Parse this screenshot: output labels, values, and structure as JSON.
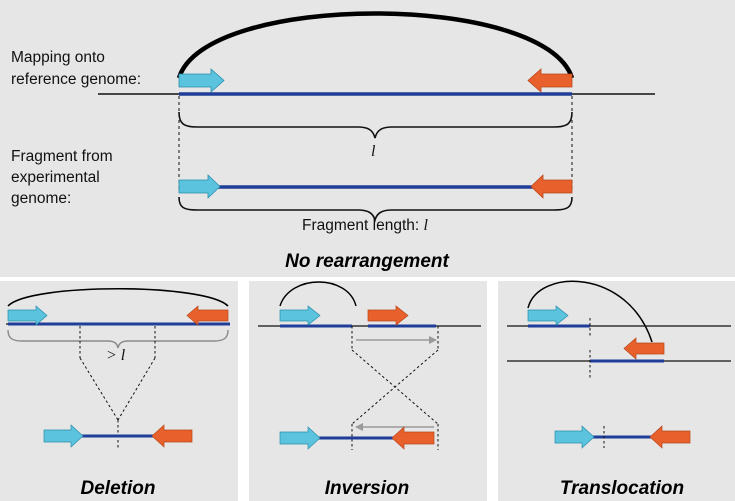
{
  "top": {
    "mapping_label": [
      "Mapping onto",
      "reference genome:"
    ],
    "fragment_label": [
      "Fragment from",
      "experimental",
      "genome:"
    ],
    "distance_label": "l",
    "fragment_length_label": "Fragment length: ",
    "fragment_length_var": "l",
    "caption": "No rearrangement"
  },
  "panels": {
    "deletion": {
      "gap_label": "> l",
      "caption": "Deletion"
    },
    "inversion": {
      "caption": "Inversion"
    },
    "translocation": {
      "caption": "Translocation"
    }
  },
  "colors": {
    "background": "#e6e6e6",
    "read_forward": "#5bc3de",
    "read_reverse": "#e8612c",
    "fragment_line": "#1f3d99",
    "arc": "#000000",
    "guide_arrow": "#9a9a9a"
  }
}
